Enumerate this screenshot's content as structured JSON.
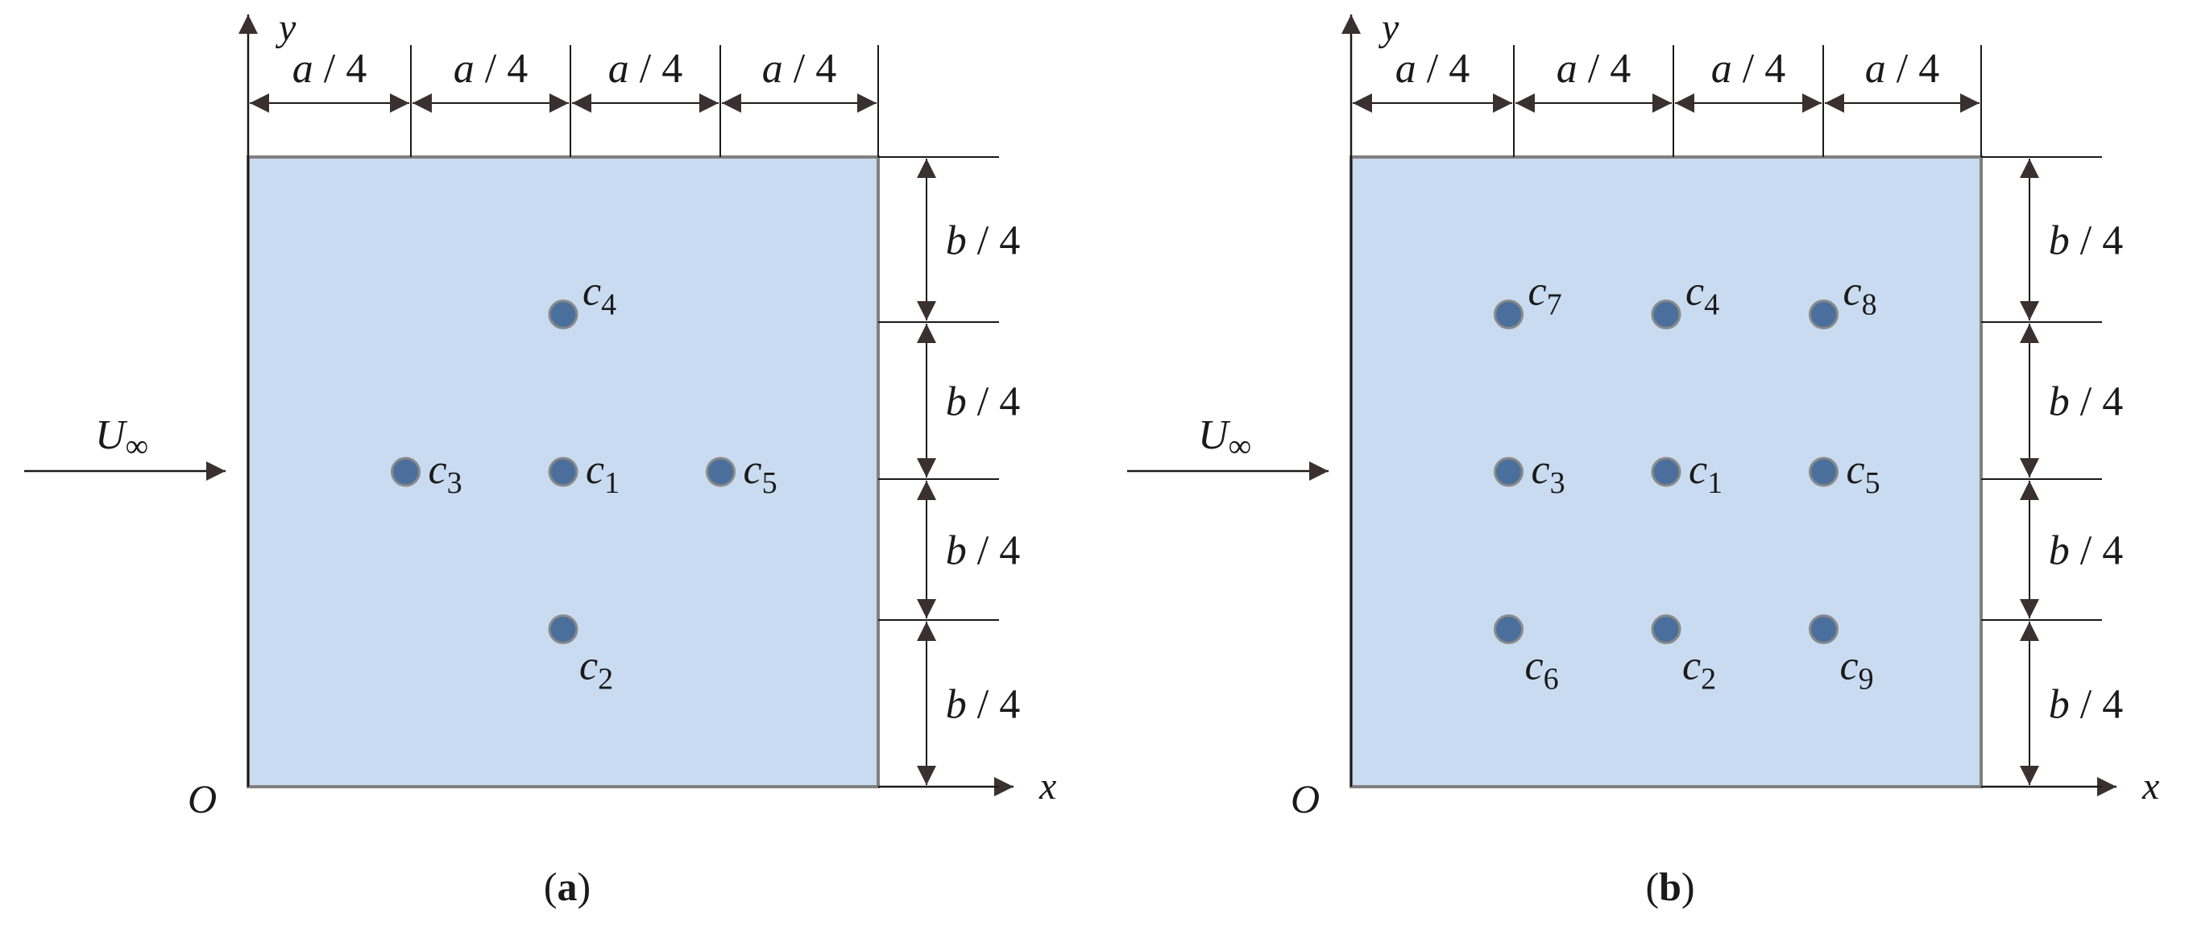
{
  "panels": [
    {
      "id": "a",
      "caption_open": "(",
      "caption_letter": "a",
      "caption_close": ")",
      "origin_label": "O",
      "x_axis_label": "x",
      "y_axis_label": "y",
      "flow_label": {
        "base": "U",
        "sub": "∞"
      },
      "top_dims": [
        {
          "v": "a",
          "rest": " / 4"
        },
        {
          "v": "a",
          "rest": " / 4"
        },
        {
          "v": "a",
          "rest": " / 4"
        },
        {
          "v": "a",
          "rest": " / 4"
        }
      ],
      "right_dims": [
        {
          "v": "b",
          "rest": " / 4"
        },
        {
          "v": "b",
          "rest": " / 4"
        },
        {
          "v": "b",
          "rest": " / 4"
        },
        {
          "v": "b",
          "rest": " / 4"
        }
      ],
      "points": [
        {
          "name": "c",
          "sub": "1",
          "gx": 0.5,
          "gy": 0.5,
          "label_pos": "right"
        },
        {
          "name": "c",
          "sub": "2",
          "gx": 0.5,
          "gy": 0.25,
          "label_pos": "below-right"
        },
        {
          "name": "c",
          "sub": "3",
          "gx": 0.25,
          "gy": 0.5,
          "label_pos": "right"
        },
        {
          "name": "c",
          "sub": "4",
          "gx": 0.5,
          "gy": 0.75,
          "label_pos": "above-right"
        },
        {
          "name": "c",
          "sub": "5",
          "gx": 0.75,
          "gy": 0.5,
          "label_pos": "right"
        }
      ]
    },
    {
      "id": "b",
      "caption_open": "(",
      "caption_letter": "b",
      "caption_close": ")",
      "origin_label": "O",
      "x_axis_label": "x",
      "y_axis_label": "y",
      "flow_label": {
        "base": "U",
        "sub": "∞"
      },
      "top_dims": [
        {
          "v": "a",
          "rest": " / 4"
        },
        {
          "v": "a",
          "rest": " / 4"
        },
        {
          "v": "a",
          "rest": " / 4"
        },
        {
          "v": "a",
          "rest": " / 4"
        }
      ],
      "right_dims": [
        {
          "v": "b",
          "rest": " / 4"
        },
        {
          "v": "b",
          "rest": " / 4"
        },
        {
          "v": "b",
          "rest": " / 4"
        },
        {
          "v": "b",
          "rest": " / 4"
        }
      ],
      "points": [
        {
          "name": "c",
          "sub": "1",
          "gx": 0.5,
          "gy": 0.5,
          "label_pos": "right"
        },
        {
          "name": "c",
          "sub": "2",
          "gx": 0.5,
          "gy": 0.25,
          "label_pos": "below-right"
        },
        {
          "name": "c",
          "sub": "3",
          "gx": 0.25,
          "gy": 0.5,
          "label_pos": "right"
        },
        {
          "name": "c",
          "sub": "4",
          "gx": 0.5,
          "gy": 0.75,
          "label_pos": "above-right"
        },
        {
          "name": "c",
          "sub": "5",
          "gx": 0.75,
          "gy": 0.5,
          "label_pos": "right"
        },
        {
          "name": "c",
          "sub": "6",
          "gx": 0.25,
          "gy": 0.25,
          "label_pos": "below-right"
        },
        {
          "name": "c",
          "sub": "7",
          "gx": 0.25,
          "gy": 0.75,
          "label_pos": "above-right"
        },
        {
          "name": "c",
          "sub": "8",
          "gx": 0.75,
          "gy": 0.75,
          "label_pos": "above-right"
        },
        {
          "name": "c",
          "sub": "9",
          "gx": 0.75,
          "gy": 0.25,
          "label_pos": "below-right"
        }
      ]
    }
  ],
  "colors": {
    "domain_fill": "#c9dbf0",
    "domain_stroke": "#808080",
    "point_fill": "#4a6f9c",
    "point_stroke": "#8a8a8a",
    "line": "#1a1a1a",
    "arrow": "#3a3030"
  }
}
